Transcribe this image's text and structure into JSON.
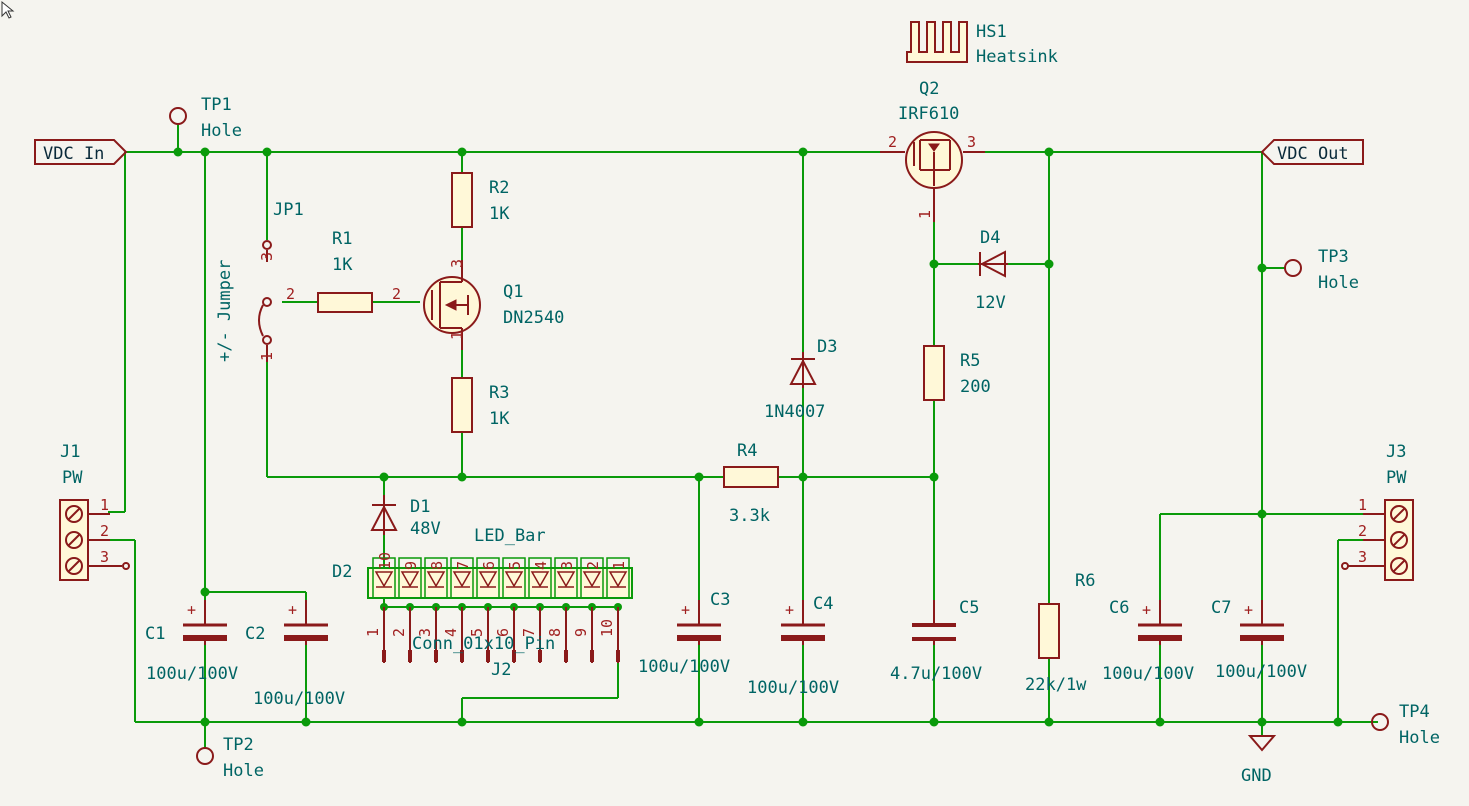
{
  "nets": {
    "vdc_in": "VDC In",
    "vdc_out": "VDC Out",
    "gnd": "GND"
  },
  "components": {
    "tp1": {
      "ref": "TP1",
      "value": "Hole"
    },
    "tp2": {
      "ref": "TP2",
      "value": "Hole"
    },
    "tp3": {
      "ref": "TP3",
      "value": "Hole"
    },
    "tp4": {
      "ref": "TP4",
      "value": "Hole"
    },
    "hs1": {
      "ref": "HS1",
      "value": "Heatsink"
    },
    "q2": {
      "ref": "Q2",
      "value": "IRF610",
      "pins": [
        "1",
        "2",
        "3"
      ]
    },
    "q1": {
      "ref": "Q1",
      "value": "DN2540",
      "pins": [
        "1",
        "2",
        "3"
      ]
    },
    "jp1": {
      "ref": "JP1",
      "value": "+/- Jumper",
      "pins": [
        "1",
        "2",
        "3"
      ]
    },
    "r1": {
      "ref": "R1",
      "value": "1K",
      "pins": [
        "2"
      ]
    },
    "r2": {
      "ref": "R2",
      "value": "1K"
    },
    "r3": {
      "ref": "R3",
      "value": "1K"
    },
    "r4": {
      "ref": "R4",
      "value": "3.3k"
    },
    "r5": {
      "ref": "R5",
      "value": "200"
    },
    "r6": {
      "ref": "R6",
      "value": "22k/1w"
    },
    "d1": {
      "ref": "D1",
      "value": "48V"
    },
    "d2": {
      "ref": "D2",
      "value": "LED_Bar",
      "pins": [
        "10",
        "9",
        "8",
        "7",
        "6",
        "5",
        "4",
        "3",
        "2",
        "1"
      ]
    },
    "d3": {
      "ref": "D3",
      "value": "1N4007"
    },
    "d4": {
      "ref": "D4",
      "value": "12V"
    },
    "j1": {
      "ref": "J1",
      "value": "PW",
      "pins": [
        "1",
        "2",
        "3"
      ]
    },
    "j2": {
      "ref": "J2",
      "value": "Conn_01x10_Pin",
      "pins": [
        "1",
        "2",
        "3",
        "4",
        "5",
        "6",
        "7",
        "8",
        "9",
        "10"
      ]
    },
    "j3": {
      "ref": "J3",
      "value": "PW",
      "pins": [
        "1",
        "2",
        "3"
      ]
    },
    "c1": {
      "ref": "C1",
      "value": "100u/100V"
    },
    "c2": {
      "ref": "C2",
      "value": "100u/100V"
    },
    "c3": {
      "ref": "C3",
      "value": "100u/100V"
    },
    "c4": {
      "ref": "C4",
      "value": "100u/100V"
    },
    "c5": {
      "ref": "C5",
      "value": "4.7u/100V"
    },
    "c6": {
      "ref": "C6",
      "value": "100u/100V"
    },
    "c7": {
      "ref": "C7",
      "value": "100u/100V"
    }
  },
  "symbols": {
    "plus": "+"
  },
  "colors": {
    "wire": "#0a9a0a",
    "part": "#8a1a1a",
    "text": "#006464",
    "background": "#f5f4ef"
  }
}
